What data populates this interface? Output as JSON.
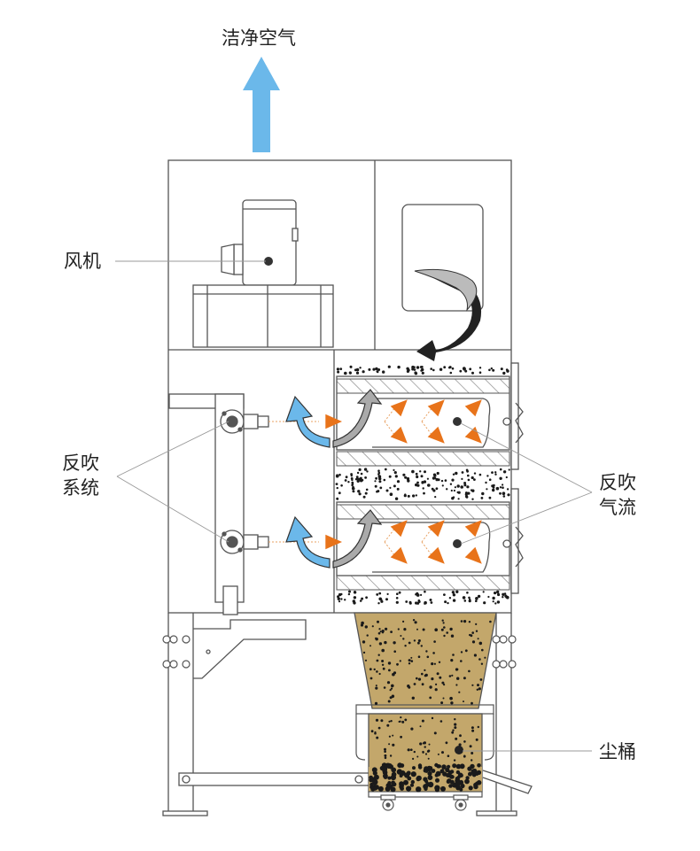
{
  "labels": {
    "clean_air": "洁净空气",
    "fan": "风机",
    "reverse_blow_system_line1": "反吹",
    "reverse_blow_system_line2": "系统",
    "reverse_airflow_line1": "反吹",
    "reverse_airflow_line2": "气流",
    "dust_bin": "尘桶"
  },
  "colors": {
    "line": "#555555",
    "light_line": "#999999",
    "clean_air_arrow": "#6bb8ea",
    "airflow_arrow": "#e8731a",
    "dust_fill": "#c3a76b",
    "dust_particle": "#1a1a1a",
    "hatch": "#777777",
    "gray_arrow": "#aaaaaa"
  },
  "icons": [
    "up-arrow-icon",
    "curved-arrow-icon",
    "orange-triangle-icon"
  ]
}
